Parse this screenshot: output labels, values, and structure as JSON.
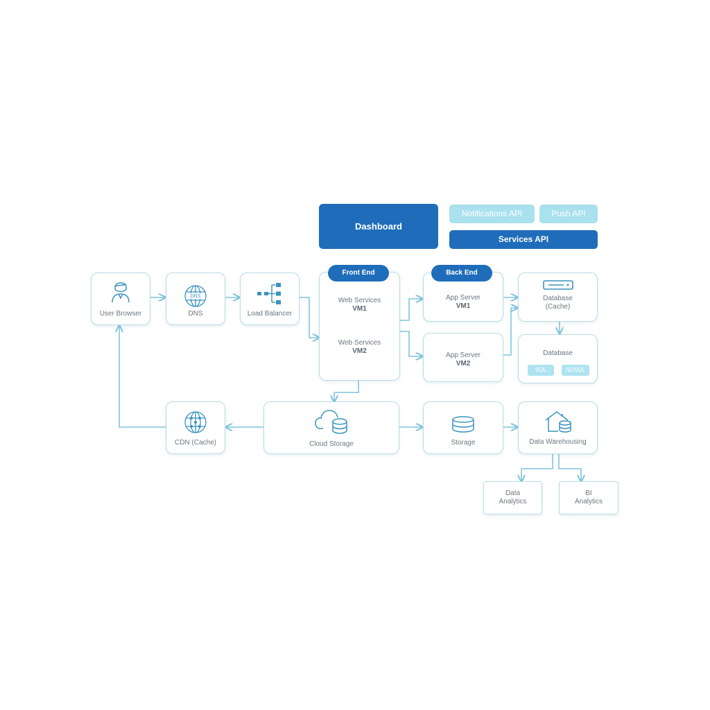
{
  "banners": {
    "dashboard": "Dashboard",
    "notifications_api": "Notifications API",
    "push_api": "Push API",
    "services_api": "Services API"
  },
  "section_pills": {
    "front_end": "Front End",
    "back_end": "Back End"
  },
  "nodes": {
    "user_browser": "User Browser",
    "dns": "DNS",
    "dns_icon_text": "DNS",
    "load_balancer": "Load Balancer",
    "web_services_1": {
      "title": "Web Services",
      "vm": "VM1"
    },
    "web_services_2": {
      "title": "Web Services",
      "vm": "VM2"
    },
    "app_server_1": {
      "title": "App Server",
      "vm": "VM1"
    },
    "app_server_2": {
      "title": "App Server",
      "vm": "VM2"
    },
    "database_cache": {
      "line1": "Database",
      "line2": "(Cache)"
    },
    "database": "Database",
    "sql_tag": "SQL",
    "nosql_tag": "NOSQL",
    "cdn_cache": "CDN (Cache)",
    "cloud_storage": "Cloud Storage",
    "storage": "Storage",
    "data_warehousing": "Data Warehousing",
    "data_analytics": {
      "line1": "Data",
      "line2": "Analytics"
    },
    "bi_analytics": {
      "line1": "BI",
      "line2": "Analytics"
    }
  },
  "colors": {
    "accent_dark": "#1f6dba",
    "accent_light": "#a9e1ef",
    "connector": "#7fc4dc",
    "box_border": "#b7dbe6",
    "icon": "#3a93bd"
  }
}
